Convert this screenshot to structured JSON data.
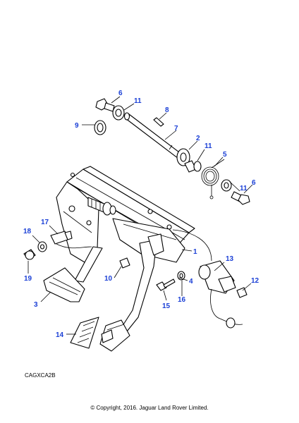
{
  "diagram": {
    "reference_code": "CAGXCA2B",
    "copyright": "© Copyright, 2016. Jaguar Land Rover Limited.",
    "callouts": {
      "c1": "1",
      "c2": "2",
      "c3": "3",
      "c4": "4",
      "c5": "5",
      "c6a": "6",
      "c6b": "6",
      "c7": "7",
      "c8": "8",
      "c9": "9",
      "c10": "10",
      "c11a": "11",
      "c11b": "11",
      "c11c": "11",
      "c12": "12",
      "c13": "13",
      "c14": "14",
      "c15": "15",
      "c16": "16",
      "c17": "17",
      "c18": "18",
      "c19": "19"
    },
    "callout_color": "#1a3fd6"
  }
}
